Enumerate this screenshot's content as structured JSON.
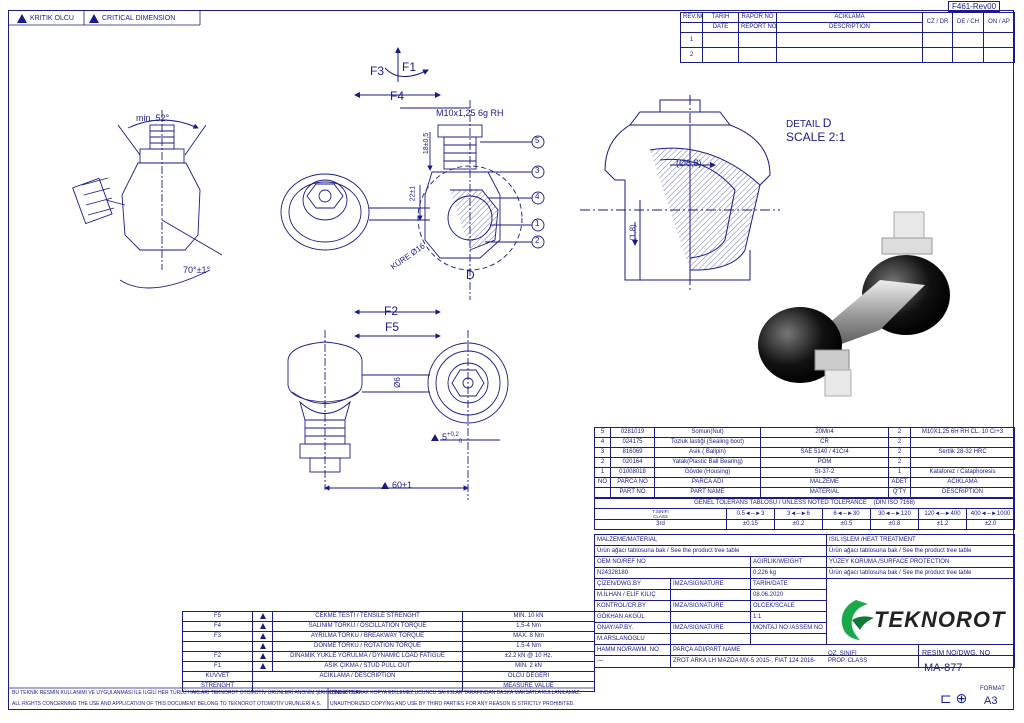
{
  "header": {
    "form_code": "F461-Rev00",
    "critical_tr": "KRITIK OLCU",
    "critical_en": "CRITICAL DIMENSION"
  },
  "revision": {
    "headers_tr": [
      "REV.NO",
      "TARIH",
      "RAPOR NO",
      "ACIKLAMA",
      "CZ / DR",
      "DE / CH",
      "ON / AP"
    ],
    "headers_en": [
      "DATE",
      "REPORT NO",
      "DESCRIPTION"
    ],
    "rows": [
      "1",
      "2"
    ]
  },
  "drawing": {
    "forces": [
      "F1",
      "F2",
      "F3",
      "F4",
      "F5"
    ],
    "thread": "M10x1,25 6g RH",
    "angle1": "min. 52°",
    "angle2": "70°±1°",
    "dim18": "18±0,5",
    "dim22": "22±1",
    "kure": "KÜRE Ø16",
    "label_d": "D",
    "dim60": "60±1",
    "dim5": "5",
    "dim5_tol_upper": "+0,2",
    "dim5_tol_lower": "0",
    "dim6": "Ø6",
    "balloons": [
      "1",
      "2",
      "3",
      "4",
      "5"
    ],
    "detail_dia": "(Ø8,8)",
    "detail_dim": "(1,8)",
    "detail_title": "DETAIL",
    "detail_letter": "D",
    "detail_scale": "SCALE 2:1"
  },
  "bom": {
    "rows": [
      {
        "no": "5",
        "part": "0281019",
        "name": "Somun(Nut)",
        "mat": "20Mn4",
        "qty": "2",
        "desc": "M10X1.25 6H RH CL. 10 Cr+3"
      },
      {
        "no": "4",
        "part": "024175",
        "name": "Tozluk lastiği (Sealing boot)",
        "mat": "CR",
        "qty": "2",
        "desc": ""
      },
      {
        "no": "3",
        "part": "816069",
        "name": "Asik ( Ballpin)",
        "mat": "SAE 5140 / 41Cr4",
        "qty": "2",
        "desc": "Sertlik 28-32 HRC"
      },
      {
        "no": "2",
        "part": "020164",
        "name": "Yatak(Plastic Ball Bearing)",
        "mat": "POM",
        "qty": "2",
        "desc": ""
      },
      {
        "no": "1",
        "part": "01008018",
        "name": "Gövde (Housing)",
        "mat": "St-37-2",
        "qty": "1",
        "desc": "Kataforez / Cataphoresis"
      }
    ],
    "header_tr": [
      "NO",
      "PARCA NO",
      "PARCA ADI",
      "MALZEME",
      "ADET",
      "ACIKLAMA"
    ],
    "header_en": [
      "PART NO",
      "PART NAME",
      "MATERIAL",
      "Q'TY",
      "DESCRIPTION"
    ]
  },
  "tolerance": {
    "title": "GENEL TOLERANS TABLOSU / UNLESS NOTED TOLERANCE",
    "standard": "(DIN ISO 7168)",
    "t_sinifi": "T.SINIFI",
    "t_class": "CLASS",
    "ranges": [
      "0.5◄─►3",
      "3◄─►6",
      "6◄─►30",
      "30◄─►120",
      "120◄─►400",
      "400◄─►1000"
    ],
    "class": "3rd",
    "values": [
      "±0.15",
      "±0.2",
      "±0.5",
      "±0.8",
      "±1.2",
      "±2.0"
    ]
  },
  "titleblock": {
    "malzeme_label": "MALZEME/MATERIAL",
    "malzeme_val": "Ürün ağacı tablosuna bak / See the product tree table",
    "isil_label": "ISIL İŞLEM /HEAT TREATMENT",
    "isil_val": "Ürün ağacı tablosuna bak / See the product tree table",
    "oem_label": "OEM NO/REF NO",
    "oem_val": "N24328180",
    "weight_label": "AGIRLIK/WEIGHT",
    "weight_val": "0,226 kg",
    "yuzey_label": "YÜZEY KORUMA /SURFACE PROTECTION",
    "yuzey_val": "Ürün ağacı tablosuna bak / See the product tree table",
    "cizen_label": "ÇİZEN/DWG.BY",
    "imza1": "İMZA/SIGNATURE",
    "tarih_label": "TARİH/DATE",
    "cizen_val": "M.İLHAN / ELİF KILIÇ",
    "tarih_val": "08.06.2020",
    "kontrol_label": "KONTROL/CR.BY",
    "imza2": "İMZA/SIGNATURE",
    "olcek_label": "OLCEK/SCALE",
    "kontrol_val": "GÖKHAN AKGÜL",
    "olcek_val": "1:1",
    "onay_label": "ONAY/AP.BY.",
    "imza3": "İMZA/SIGNATURE",
    "montaj_label": "MONTAJ NO /ASSEM NO",
    "oz_sinifi": "OZ. SINIFI",
    "prop_class": "PROP. CLASS",
    "onay_val": "M.ARSLANOGLU",
    "resim_label": "RESİM NO/DWG. NO",
    "resim_val": "MA-877",
    "hamm_label": "HAMM NO/RAWM. NO",
    "hamm_val": "—",
    "parca_label": "PARÇA ADI/PART NAME",
    "parca_val": "ZROT ARKA LH MAZDA MX-5 2015-, FIAT 124 2016-",
    "format_label": "FORMAT",
    "format_val": "A3",
    "logo": "TEKNOROT"
  },
  "tests": {
    "rows": [
      {
        "f": "F5",
        "name": "CEKME TESTI / TENSILE STRENGHT",
        "val": "MIN. 10 kN"
      },
      {
        "f": "F4",
        "name": "SALINIM TORKU / OSCILLATION TORQUE",
        "val": "1.5-4 Nm"
      },
      {
        "f": "F3",
        "name": "AYRILMA TORKU / BREAKWAY TORQUE",
        "val": "MAX. 8 Nm"
      },
      {
        "f": "",
        "name": "DONME TORKU / ROTATION TORQUE",
        "val": "1.5-4 Nm"
      },
      {
        "f": "F2",
        "name": "DINAMIK YUKLE YORULMA / DYNAMIC LOAD FATIGUE",
        "val": "±2.2 kN @ 10 Hz."
      },
      {
        "f": "F1",
        "name": "ASIK ÇIKMA / STUD PULL OUT",
        "val": "MIN. 2 kN"
      }
    ],
    "footer_tr": [
      "KUVVET",
      "ACIKLAMA / DESCRIPTION",
      "OLCU DEGERI"
    ],
    "footer_en": [
      "STRENGHT",
      "",
      "MEASURE VALUE"
    ]
  },
  "footer": {
    "line1": "BU TEKNİK RESMİN KULLANIMI VE UYGULANMASI İLE İLGİLİ HER TÜRLÜ HAKLARI TEKNOROT OTOMOTİV ÜRÜNLERİ ANONİM ŞİRKETİNE AİTTİR.",
    "line2": "ALL RIGHTS CONCERNING THE USE AND APPLICATION OF THIS DOCUMENT BELONG TO TEKNOROT OTOMOTİV URUNLERİ A.S.",
    "line3": "İZİNSİZ OLARAK KOPYA EDİLEMEZ,UCUNCU SAHISLAR TARAFINDAN BASKA MAKSATLA KULLANILAMAZ.",
    "line4": "UNAUTHORIZED COPYING AND USE BY THIRD PARTIES FOR ANY REASON IS STRICTLY PROHIBITED."
  }
}
